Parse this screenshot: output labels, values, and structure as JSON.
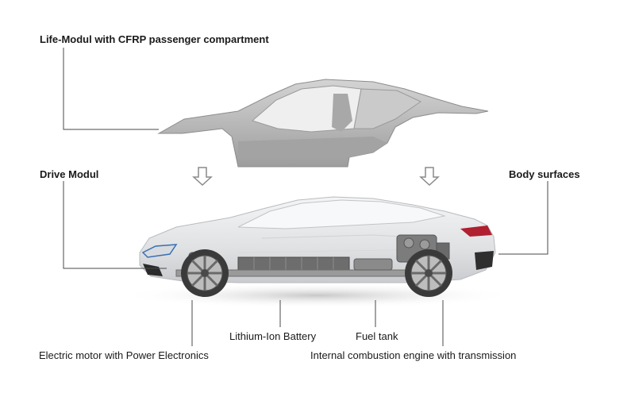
{
  "labels": {
    "life_modul": "Life-Modul with CFRP passenger compartment",
    "drive_modul": "Drive Modul",
    "body_surfaces": "Body surfaces",
    "battery": "Lithium-Ion Battery",
    "fuel_tank": "Fuel tank",
    "electric_motor": "Electric motor with Power Electronics",
    "combustion_engine": "Internal combustion engine with transmission"
  },
  "colors": {
    "leader_line": "#4a4a4a",
    "cfrp_shell": "#b9b9b9",
    "car_body": "#e6e8ea",
    "wheel": "#3a3a3a",
    "battery": "#6d6d6d",
    "arrow": "#8a8a8a",
    "tail_light": "#b02030",
    "accent_blue": "#3a6fb0"
  },
  "icons": {
    "down_arrow": "down-arrow-icon"
  }
}
